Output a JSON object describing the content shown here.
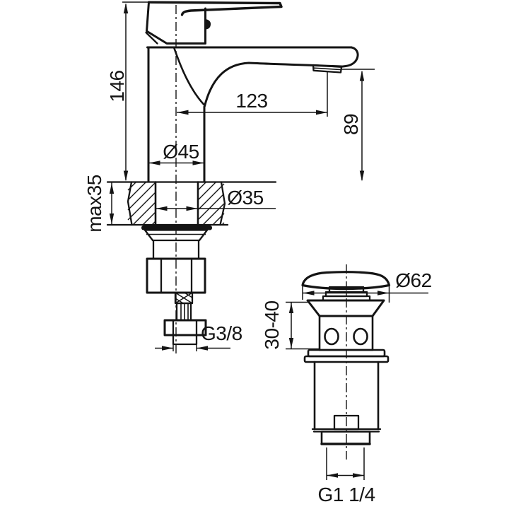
{
  "page": {
    "background": "#ffffff",
    "line_color": "#141414"
  },
  "faucet_view": {
    "dimensions": {
      "total_height": "146",
      "spout_reach": "123",
      "spout_height": "89",
      "body_diameter": "Ø45",
      "max_mounting_thickness": "max35",
      "mounting_hole_diameter": "Ø35",
      "supply_connection_thread": "G3/8"
    }
  },
  "drain_view": {
    "dimensions": {
      "plug_cap_diameter": "Ø62",
      "clamping_range": "30-40",
      "outlet_thread": "G1 1/4"
    }
  }
}
